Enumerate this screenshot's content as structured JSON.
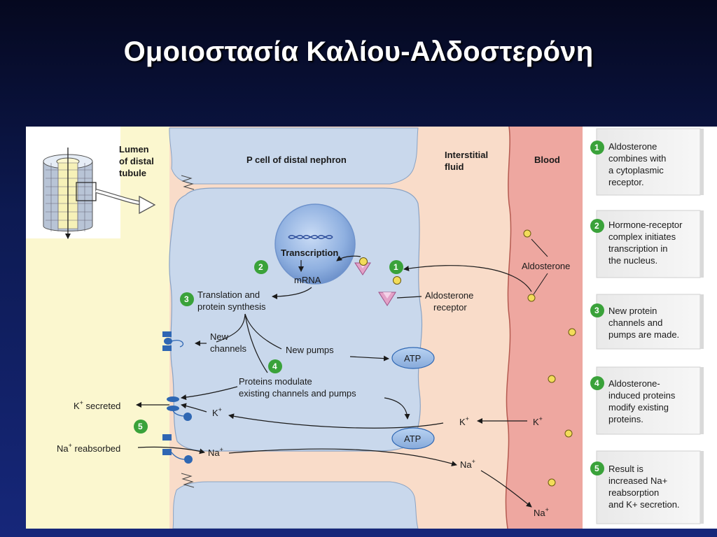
{
  "title": "Ομοιοστασία Καλίου-Αλδοστερόνη",
  "regions": {
    "lumen_line1": "Lumen",
    "lumen_line2": "of distal",
    "lumen_line3": "tubule",
    "p_cell": "P cell of distal nephron",
    "interstitial_line1": "Interstitial",
    "interstitial_line2": "fluid",
    "blood": "Blood"
  },
  "labels": {
    "transcription": "Transcription",
    "mrna": "mRNA",
    "translation_line1": "Translation and",
    "translation_line2": "protein synthesis",
    "new_channels_line1": "New",
    "new_channels_line2": "channels",
    "new_pumps": "New pumps",
    "atp_top": "ATP",
    "atp_bottom": "ATP",
    "modulate_line1": "Proteins modulate",
    "modulate_line2": "existing channels and pumps",
    "k_secreted_k": "K",
    "k_secreted_sup": "+",
    "k_secreted_rest": " secreted",
    "na_reabsorbed_na": "Na",
    "na_reabsorbed_sup": "+",
    "na_reabsorbed_rest": " reabsorbed",
    "k_cell": "K",
    "k_cell_sup": "+",
    "k_interstitial": "K",
    "k_interstitial_sup": "+",
    "k_blood": "K",
    "k_blood_sup": "+",
    "na_cell": "Na",
    "na_cell_sup": "+",
    "na_interstitial": "Na",
    "na_interstitial_sup": "+",
    "na_blood": "Na",
    "na_blood_sup": "+",
    "aldosterone": "Aldosterone",
    "receptor_line1": "Aldosterone",
    "receptor_line2": "receptor"
  },
  "step_markers": {
    "s1": "1",
    "s2": "2",
    "s3": "3",
    "s4": "4",
    "s5": "5"
  },
  "steps": [
    {
      "number": "1",
      "lines": [
        "Aldosterone",
        "combines with",
        "a cytoplasmic",
        "receptor."
      ]
    },
    {
      "number": "2",
      "lines": [
        "Hormone-receptor",
        "complex initiates",
        "transcription in",
        "the nucleus."
      ]
    },
    {
      "number": "3",
      "lines": [
        "New protein",
        "channels and",
        "pumps are made."
      ]
    },
    {
      "number": "4",
      "lines": [
        "Aldosterone-",
        "induced proteins",
        "modify existing",
        "proteins."
      ]
    },
    {
      "number": "5",
      "lines": [
        "Result is",
        "increased Na+",
        "reabsorption",
        "and K+ secretion."
      ]
    }
  ],
  "colors": {
    "lumen": "#fbf7cf",
    "cell": "#c9d8ec",
    "interstitial": "#f9dcc9",
    "blood": "#eea7a0",
    "nucleus": "#8fb0e0",
    "step_green": "#3aa23a",
    "receptor": "#e3a2c8",
    "aldosterone_dot": "#f2dc5a",
    "channel": "#2f67b3"
  }
}
